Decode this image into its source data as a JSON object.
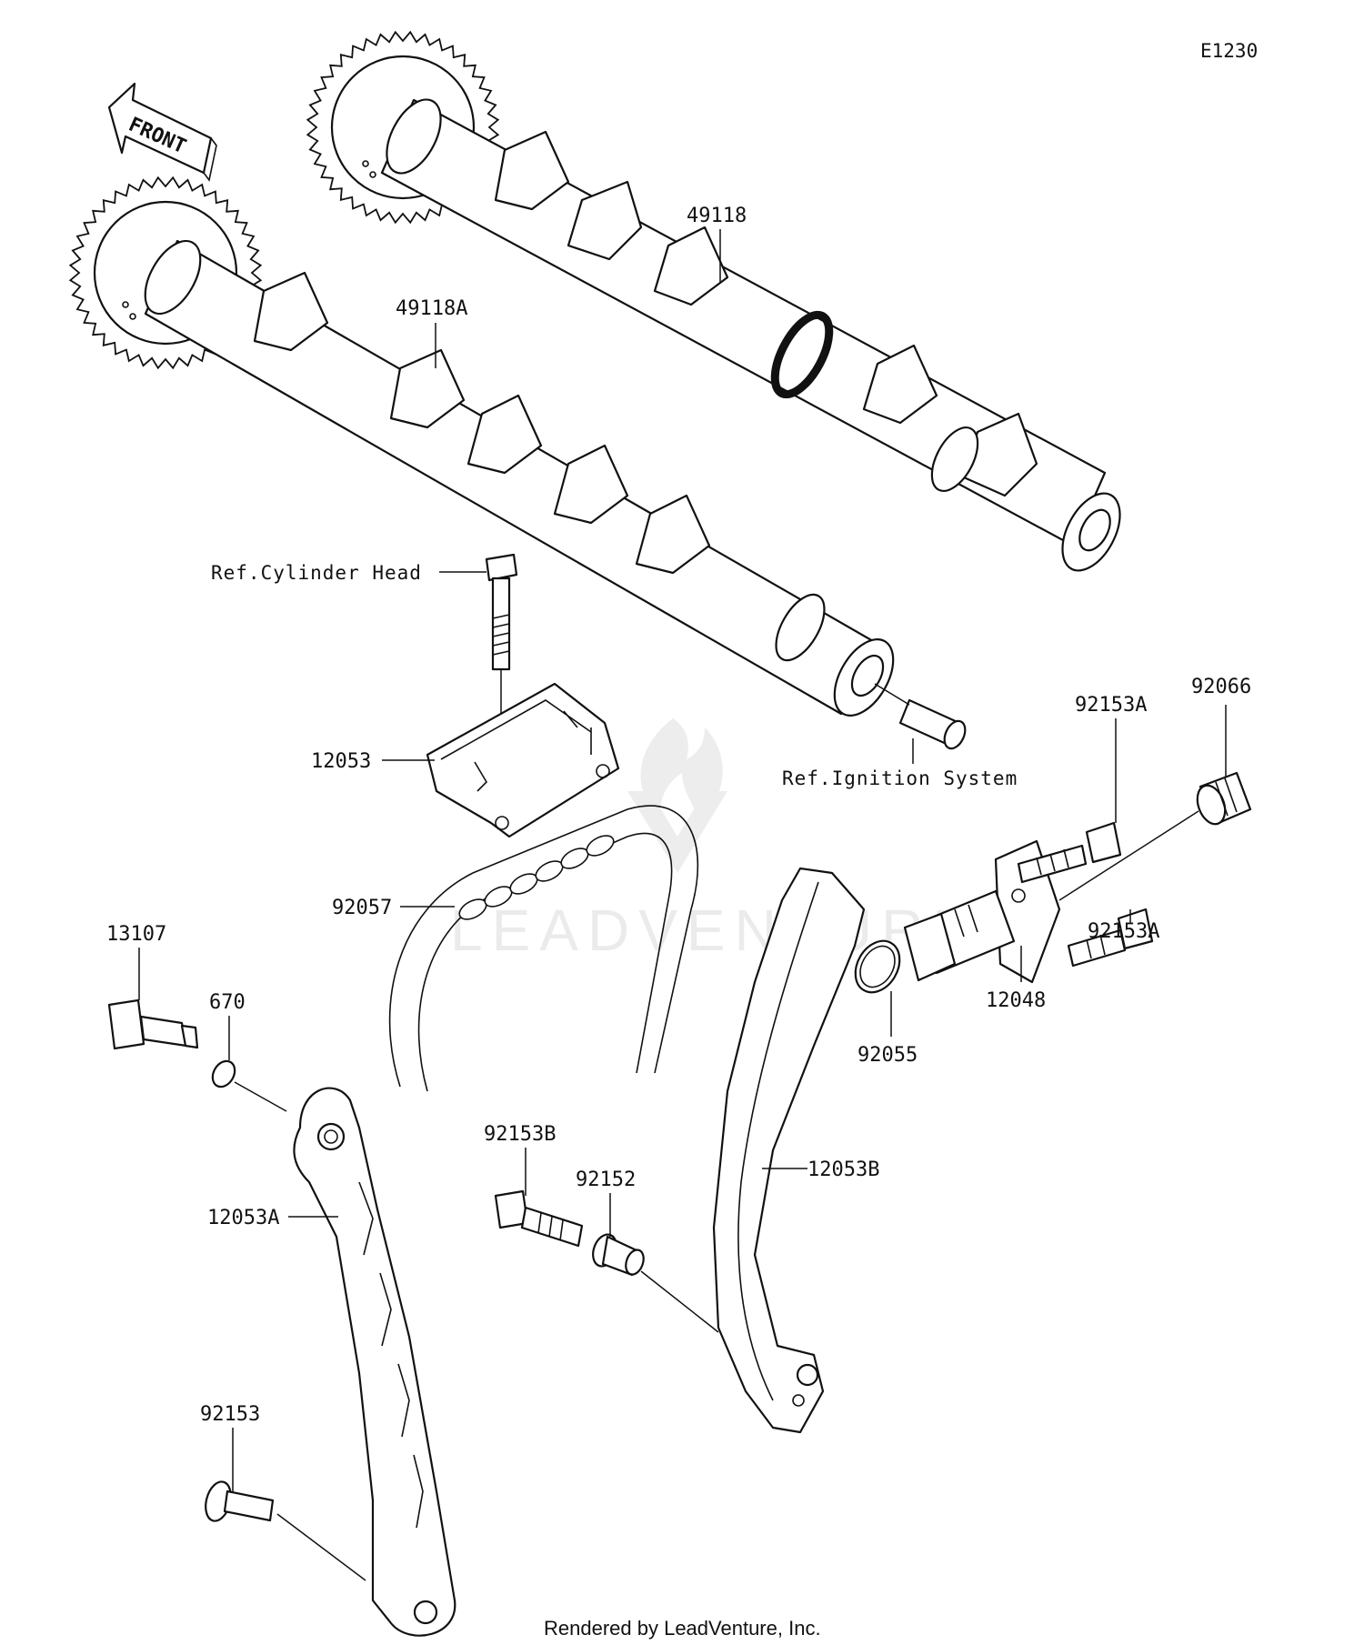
{
  "diagram_code": "E1230",
  "front_label": "FRONT",
  "watermark": "LEADVENTURE",
  "footer": "Rendered by LeadVenture, Inc.",
  "parts": {
    "p49118": "49118",
    "p49118A": "49118A",
    "ref_cyl_head": "Ref.Cylinder Head",
    "p12053": "12053",
    "ref_ignition": "Ref.Ignition System",
    "p92153A_top": "92153A",
    "p92066": "92066",
    "p92153A_bottom": "92153A",
    "p12048": "12048",
    "p92055": "92055",
    "p92057": "92057",
    "p13107": "13107",
    "p670": "670",
    "p12053A": "12053A",
    "p92153B": "92153B",
    "p92152": "92152",
    "p12053B": "12053B",
    "p92153": "92153"
  }
}
